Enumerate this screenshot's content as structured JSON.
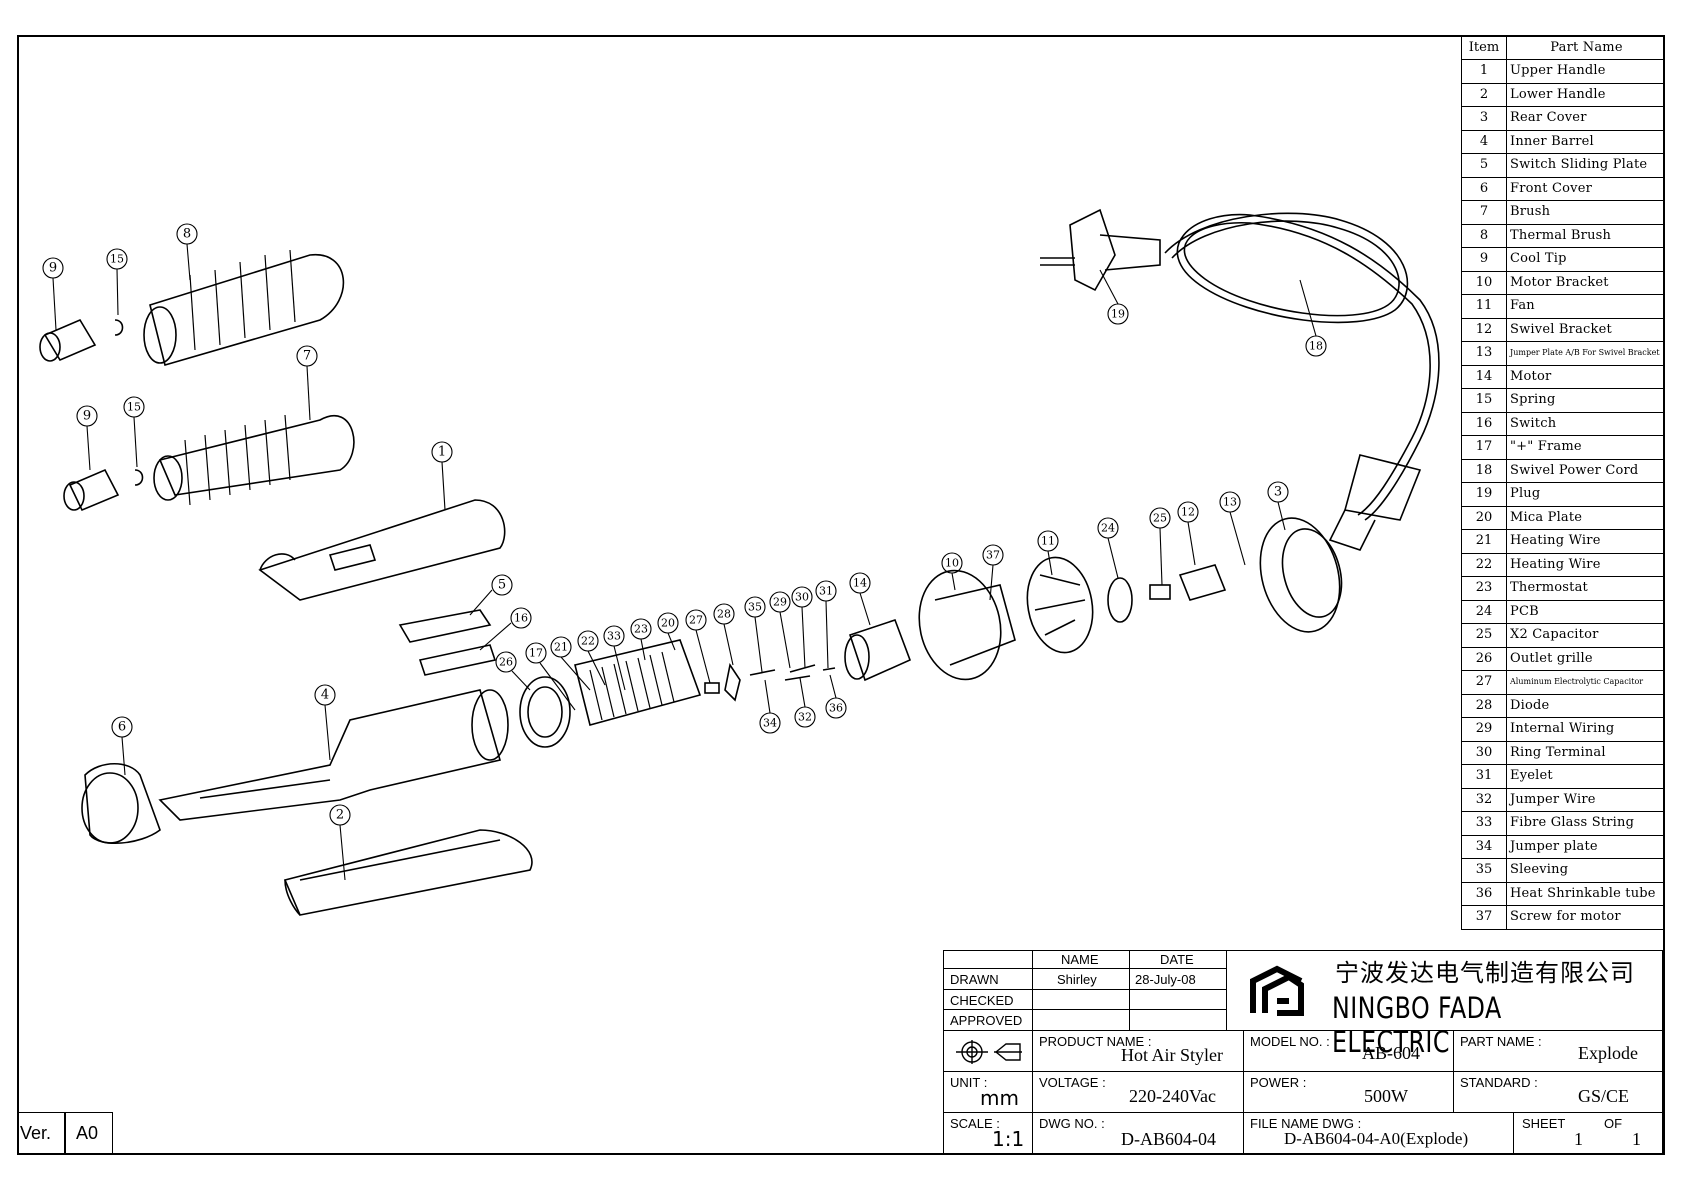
{
  "parts_table": {
    "header_item": "Item",
    "header_name": "Part Name",
    "items": [
      {
        "no": "1",
        "name": "Upper Handle"
      },
      {
        "no": "2",
        "name": "Lower Handle"
      },
      {
        "no": "3",
        "name": "Rear Cover"
      },
      {
        "no": "4",
        "name": "Inner Barrel"
      },
      {
        "no": "5",
        "name": "Switch Sliding Plate"
      },
      {
        "no": "6",
        "name": "Front Cover"
      },
      {
        "no": "7",
        "name": "Brush"
      },
      {
        "no": "8",
        "name": "Thermal Brush"
      },
      {
        "no": "9",
        "name": "Cool Tip"
      },
      {
        "no": "10",
        "name": "Motor Bracket"
      },
      {
        "no": "11",
        "name": "Fan"
      },
      {
        "no": "12",
        "name": "Swivel Bracket"
      },
      {
        "no": "13",
        "name": "Jumper Plate A/B For Swivel Bracket"
      },
      {
        "no": "14",
        "name": "Motor"
      },
      {
        "no": "15",
        "name": "Spring"
      },
      {
        "no": "16",
        "name": "Switch"
      },
      {
        "no": "17",
        "name": "\"+\" Frame"
      },
      {
        "no": "18",
        "name": "Swivel Power Cord"
      },
      {
        "no": "19",
        "name": "Plug"
      },
      {
        "no": "20",
        "name": "Mica Plate"
      },
      {
        "no": "21",
        "name": "Heating Wire"
      },
      {
        "no": "22",
        "name": "Heating Wire"
      },
      {
        "no": "23",
        "name": "Thermostat"
      },
      {
        "no": "24",
        "name": "PCB"
      },
      {
        "no": "25",
        "name": "X2 Capacitor"
      },
      {
        "no": "26",
        "name": "Outlet grille"
      },
      {
        "no": "27",
        "name": "Aluminum Electrolytic Capacitor"
      },
      {
        "no": "28",
        "name": "Diode"
      },
      {
        "no": "29",
        "name": "Internal Wiring"
      },
      {
        "no": "30",
        "name": "Ring Terminal"
      },
      {
        "no": "31",
        "name": "Eyelet"
      },
      {
        "no": "32",
        "name": "Jumper Wire"
      },
      {
        "no": "33",
        "name": "Fibre Glass String"
      },
      {
        "no": "34",
        "name": "Jumper plate"
      },
      {
        "no": "35",
        "name": "Sleeving"
      },
      {
        "no": "36",
        "name": "Heat Shrinkable tube"
      },
      {
        "no": "37",
        "name": "Screw for motor"
      }
    ]
  },
  "title_block": {
    "name_header": "NAME",
    "date_header": "DATE",
    "drawn_label": "DRAWN",
    "drawn_name": "Shirley",
    "drawn_date": "28-July-08",
    "checked_label": "CHECKED",
    "approved_label": "APPROVED",
    "company_cn": "宁波发达电气制造有限公司",
    "company_en": "NINGBO FADA ELECTRIC",
    "product_name_label": "PRODUCT NAME :",
    "product_name": "Hot Air Styler",
    "model_no_label": "MODEL NO. :",
    "model_no": "AB-604",
    "part_name_label": "PART NAME :",
    "part_name": "Explode",
    "unit_label": "UNIT :",
    "unit": "mm",
    "voltage_label": "VOLTAGE :",
    "voltage": "220-240Vac",
    "power_label": "POWER :",
    "power": "500W",
    "standard_label": "STANDARD :",
    "standard": "GS/CE",
    "scale_label": "SCALE :",
    "scale": "1:1",
    "dwg_no_label": "DWG NO. :",
    "dwg_no": "D-AB604-04",
    "file_name_label": "FILE NAME DWG :",
    "file_name": "D-AB604-04-A0(Explode)",
    "sheet_label": "SHEET",
    "of_label": "OF",
    "sheet": "1",
    "of": "1"
  },
  "version": {
    "label": "Ver.",
    "value": "A0"
  },
  "callouts": [
    "1",
    "2",
    "3",
    "4",
    "5",
    "6",
    "7",
    "8",
    "9",
    "9",
    "10",
    "11",
    "12",
    "13",
    "14",
    "15",
    "15",
    "16",
    "17",
    "18",
    "19",
    "20",
    "21",
    "22",
    "23",
    "24",
    "25",
    "26",
    "27",
    "28",
    "29",
    "30",
    "31",
    "32",
    "33",
    "34",
    "35",
    "36",
    "37"
  ]
}
